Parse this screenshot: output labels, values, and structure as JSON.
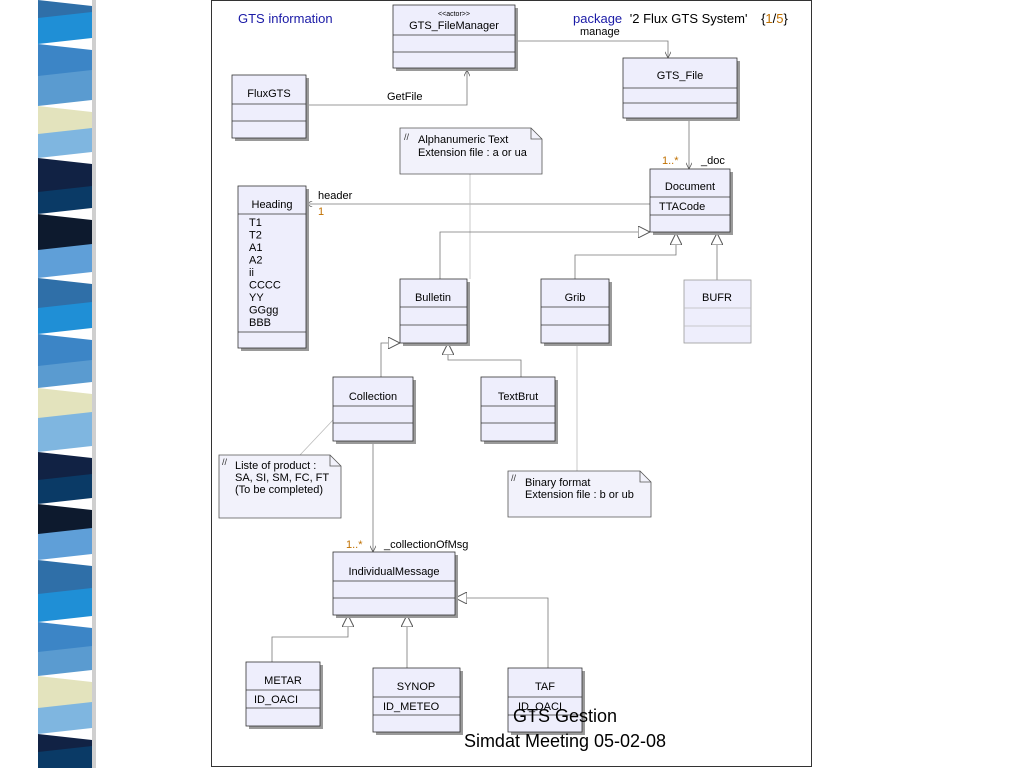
{
  "header": {
    "left_title": "GTS information",
    "package_keyword": "package",
    "package_name": "'2 Flux GTS System'",
    "page_open": "{",
    "page_current": "1",
    "page_sep": "/",
    "page_total": "5",
    "page_close": "}"
  },
  "classes": {
    "gts_filemanager": {
      "stereotype": "<<actor>>",
      "name": "GTS_FileManager"
    },
    "gts_file": {
      "name": "GTS_File"
    },
    "fluxgts": {
      "name": "FluxGTS"
    },
    "document": {
      "name": "Document",
      "attributes": [
        "TTACode"
      ]
    },
    "heading": {
      "name": "Heading",
      "attributes": [
        "T1",
        "T2",
        "A1",
        "A2",
        "ii",
        "CCCC",
        "YY",
        "GGgg",
        "BBB"
      ]
    },
    "bulletin": {
      "name": "Bulletin"
    },
    "grib": {
      "name": "Grib"
    },
    "bufr": {
      "name": "BUFR"
    },
    "collection": {
      "name": "Collection"
    },
    "textbrut": {
      "name": "TextBrut"
    },
    "individualmessage": {
      "name": "IndividualMessage"
    },
    "metar": {
      "name": "METAR",
      "attributes": [
        "ID_OACI"
      ]
    },
    "synop": {
      "name": "SYNOP",
      "attributes": [
        "ID_METEO"
      ]
    },
    "taf": {
      "name": "TAF",
      "attributes": [
        "ID_OACI"
      ]
    }
  },
  "notes": {
    "alphanumeric": [
      "Alphanumeric Text",
      "Extension file : a or ua"
    ],
    "products": [
      "Liste of product :",
      "SA, SI, SM, FC, FT",
      "(To be completed)"
    ],
    "binary": [
      "Binary format",
      "Extension file : b or ub"
    ]
  },
  "associations": {
    "manage": "manage",
    "getfile": "GetFile",
    "header_role": "header",
    "header_mult": "1",
    "doc_mult": "1..*",
    "doc_role": "_doc",
    "msg_mult": "1..*",
    "msg_role": "_collectionOfMsg"
  },
  "footer": {
    "line1": "GTS Gestion",
    "line2": "Simdat Meeting 05-02-08"
  },
  "colors": {
    "class_fill": "#eeeefc",
    "note_fill": "#f2f2fb",
    "link_blue": "#1a1aa6",
    "mult_orange": "#c07000"
  }
}
